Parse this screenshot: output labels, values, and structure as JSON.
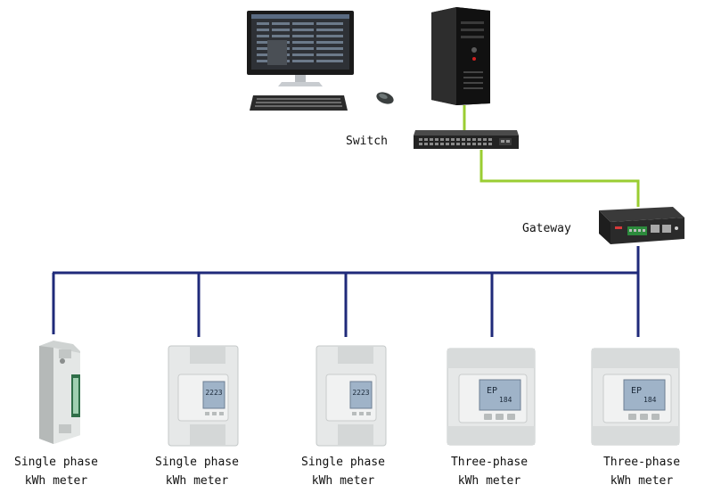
{
  "colors": {
    "bus": "#1f2a7a",
    "ethernet": "#9acd32",
    "device_dark": "#2a2a2a",
    "meter_body": "#e6e8e8",
    "lcd": "#9fb3c8"
  },
  "nodes": {
    "switch": {
      "label": "Switch",
      "icon": "network-switch-icon"
    },
    "gateway": {
      "label": "Gateway",
      "icon": "gateway-icon"
    },
    "computer": {
      "icon": "monitor-keyboard-mouse-icon"
    },
    "server": {
      "icon": "server-tower-icon"
    }
  },
  "meters": [
    {
      "line1": "Single phase",
      "line2": "kWh meter",
      "icon": "single-phase-din-meter-icon"
    },
    {
      "line1": "Single phase",
      "line2": "kWh meter",
      "icon": "single-phase-meter-icon"
    },
    {
      "line1": "Single phase",
      "line2": "kWh meter",
      "icon": "single-phase-meter-icon"
    },
    {
      "line1": "Three-phase",
      "line2": "kWh meter",
      "icon": "three-phase-meter-icon"
    },
    {
      "line1": "Three-phase",
      "line2": "kWh meter",
      "icon": "three-phase-meter-icon"
    }
  ],
  "lcd_readings": {
    "meter_1_lcd": "2223",
    "meter_3_4_lcd_top": "EP",
    "meter_3_4_lcd_value": "184"
  }
}
